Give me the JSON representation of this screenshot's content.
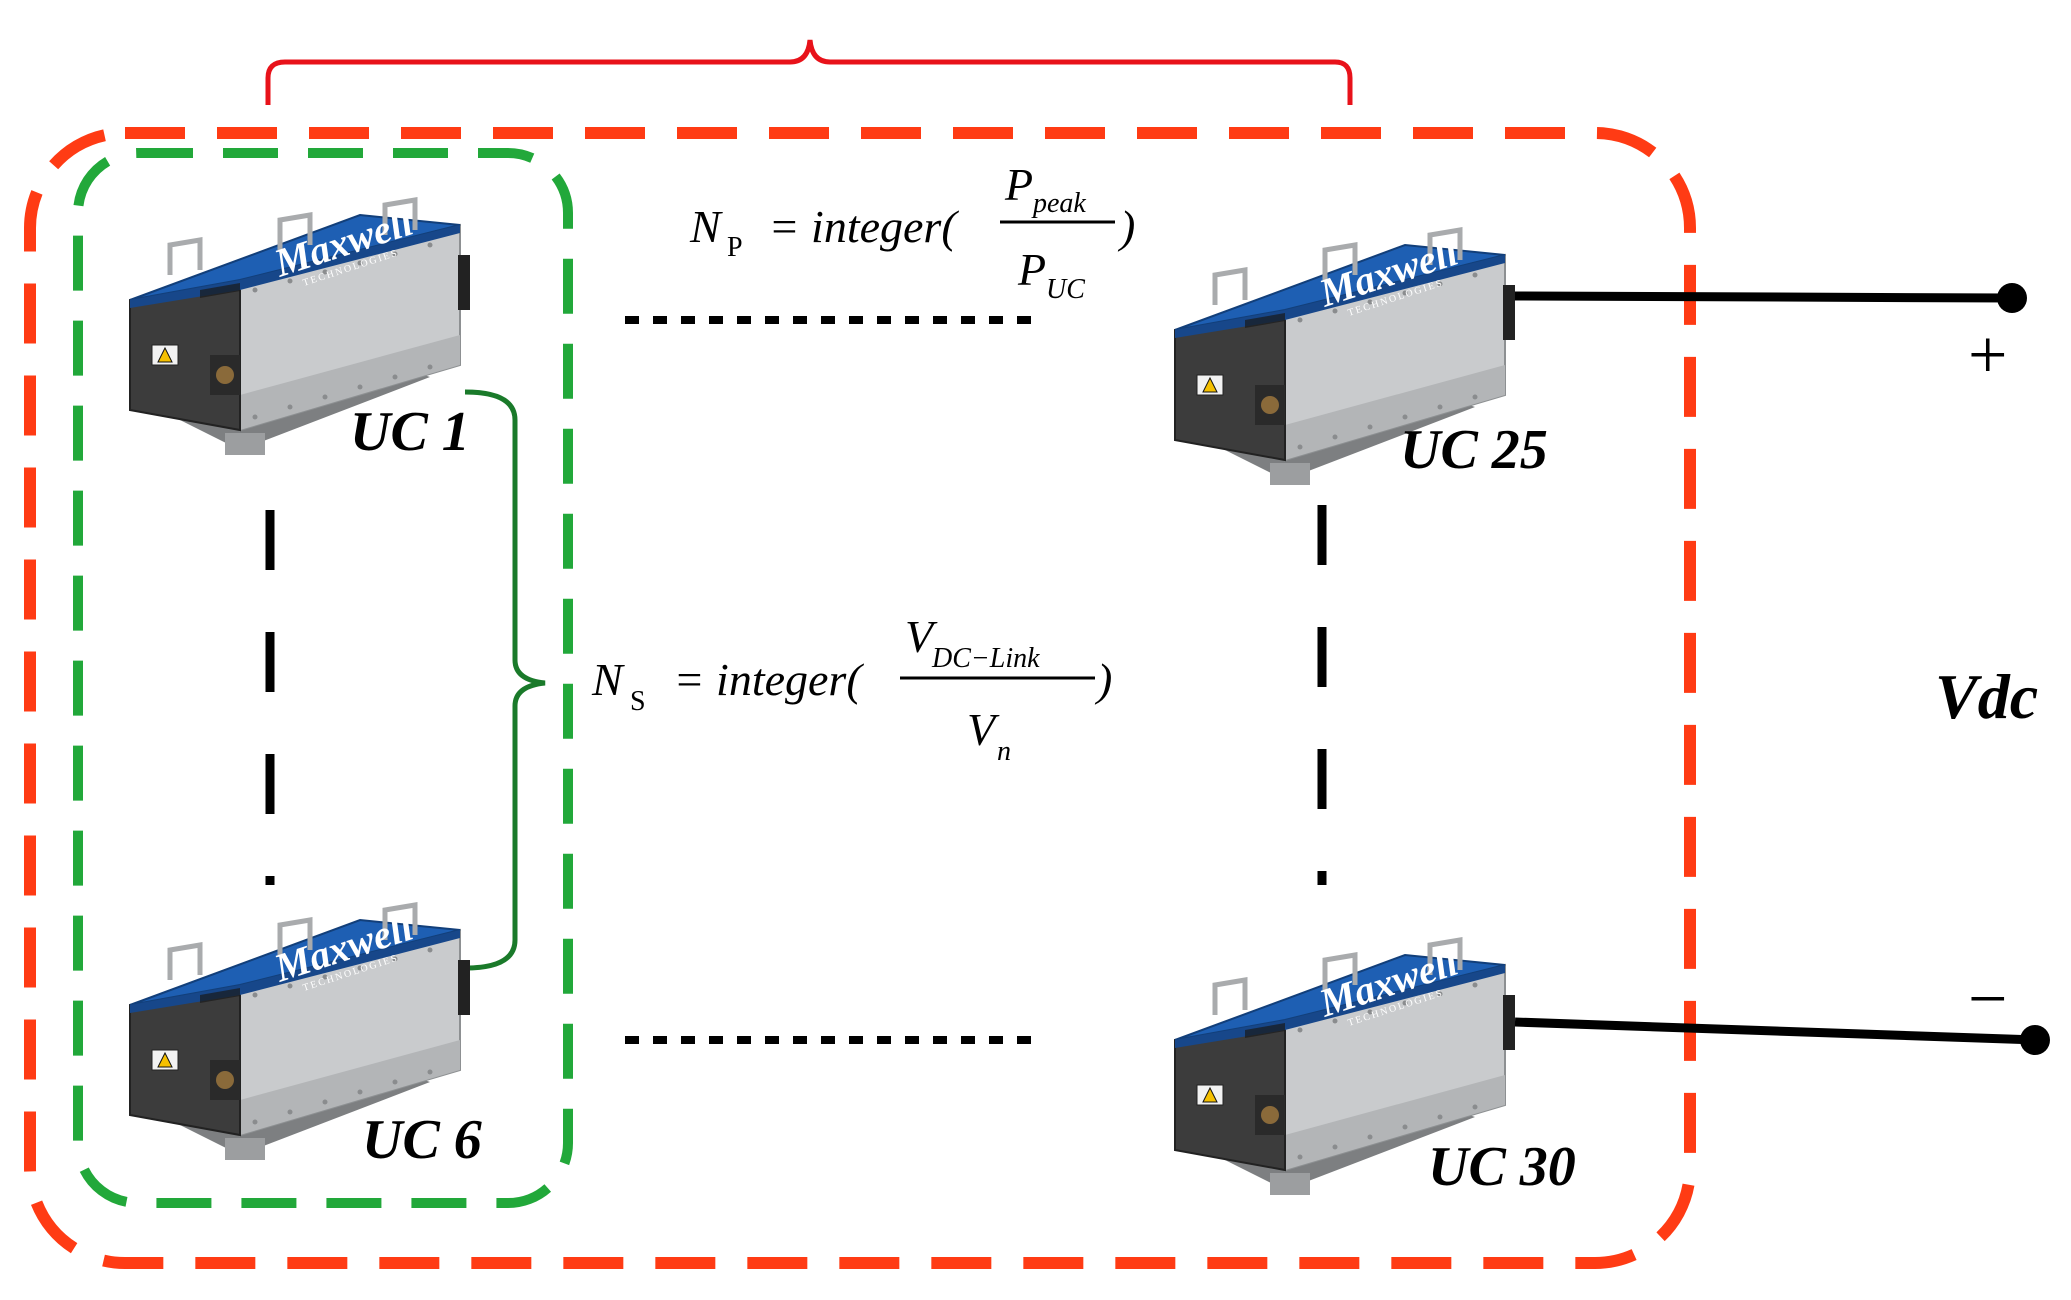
{
  "colors": {
    "outer_group": "#ff3b14",
    "series_group": "#22a83a",
    "connector": "#000000",
    "module_lid": "#1e5fb3",
    "module_body": "#c9cbcd",
    "module_end": "#3c3c3c",
    "brand_text": "#ffffff"
  },
  "modules": [
    {
      "id": "uc1",
      "label": "UC 1",
      "brand": "Maxwell",
      "brand_sub": "TECHNOLOGIES"
    },
    {
      "id": "uc6",
      "label": "UC 6",
      "brand": "Maxwell",
      "brand_sub": "TECHNOLOGIES"
    },
    {
      "id": "uc25",
      "label": "UC 25",
      "brand": "Maxwell",
      "brand_sub": "TECHNOLOGIES"
    },
    {
      "id": "uc30",
      "label": "UC 30",
      "brand": "Maxwell",
      "brand_sub": "TECHNOLOGIES"
    }
  ],
  "equations": {
    "parallel": {
      "lhs": "N",
      "lhs_sub": "P",
      "func": " = integer(",
      "num": "P",
      "num_sub": "peak",
      "den": "P",
      "den_sub": "UC",
      "close": ")"
    },
    "series": {
      "lhs": "N",
      "lhs_sub": "S",
      "func": " = integer(",
      "num": "V",
      "num_sub": "DC−Link",
      "den": "V",
      "den_sub": "n",
      "close": ")"
    }
  },
  "terminals": {
    "positive": "+",
    "negative": "−",
    "voltage_label": "Vdc"
  }
}
